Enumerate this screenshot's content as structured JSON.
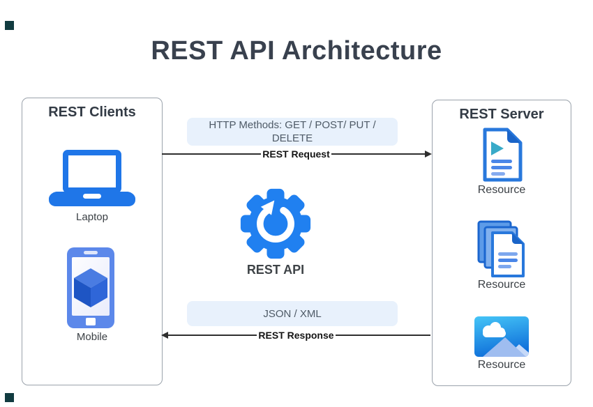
{
  "title": "REST API Architecture",
  "clients": {
    "title": "REST Clients",
    "laptop_label": "Laptop",
    "mobile_label": "Mobile"
  },
  "server": {
    "title": "REST Server",
    "resource_labels": [
      "Resource",
      "Resource",
      "Resource"
    ]
  },
  "api": {
    "label": "REST API"
  },
  "request_flow": {
    "message": "HTTP Methods: GET / POST/ PUT / DELETE",
    "arrow_label": "REST Request",
    "direction": "left-to-right"
  },
  "response_flow": {
    "message": "JSON / XML",
    "arrow_label": "REST Response",
    "direction": "right-to-left"
  },
  "colors": {
    "primary_blue": "#1f76e8",
    "panel_light_blue": "#e8f1fc",
    "title_text": "#39414e",
    "arrow_line": "#2e2e2e",
    "phone_body_blue": "#5c88ea",
    "document_border_blue": "#2878dc",
    "play_triangle_teal": "#38aac8",
    "image_gradient_top": "#45c5f7",
    "image_gradient_bottom": "#1070da",
    "corner_marker": "#113b40"
  }
}
